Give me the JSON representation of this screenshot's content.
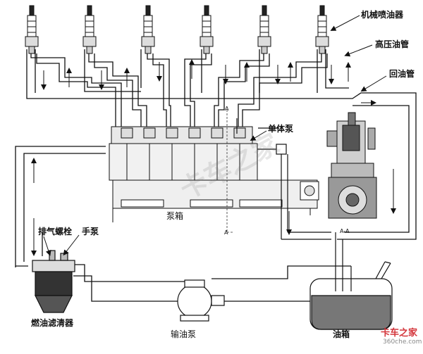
{
  "labels": {
    "injector": "机械喷油器",
    "high_pressure_pipe": "高压油管",
    "return_pipe": "回油管",
    "unit_pump": "单体泵",
    "pump_box": "泵箱",
    "bleed_screw": "排气螺栓",
    "hand_pump": "手泵",
    "fuel_filter": "燃油滤清器",
    "feed_pump": "输油泵",
    "fuel_tank": "油箱",
    "section_a": "A",
    "section_aa": "A-A"
  },
  "watermark": {
    "brand": "卡车之家",
    "site": "360che.com",
    "faint": "卡车之家"
  },
  "colors": {
    "line": "#111111",
    "pump_fill": "#e9e9e9",
    "tank_fuel": "#777777",
    "watermark_red": "#d4363c"
  }
}
